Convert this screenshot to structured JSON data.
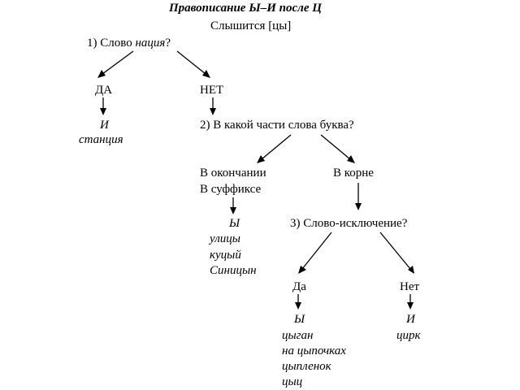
{
  "title": "Правописание Ы–И после Ц",
  "subtitle": "Слышится [цы]",
  "q1": {
    "prefix": "1) Слово ",
    "word": "нация",
    "suffix": "?"
  },
  "yes": "ДА",
  "no": "НЕТ",
  "yes_letter": "И",
  "yes_example": "станция",
  "q2": "2) В какой части слова буква?",
  "ending": "В окончании",
  "suffix_part": "В суффиксе",
  "root": "В корне",
  "suffix_letter": "Ы",
  "suffix_examples": [
    "улицы",
    "куцый",
    "Синицын"
  ],
  "q3": "3) Слово-исключение?",
  "exc_yes": "Да",
  "exc_no": "Нет",
  "exc_yes_letter": "Ы",
  "exc_yes_examples": [
    "цыган",
    "на цыпочках",
    "цыпленок",
    "цыц"
  ],
  "exc_no_letter": "И",
  "exc_no_example": "цирк"
}
